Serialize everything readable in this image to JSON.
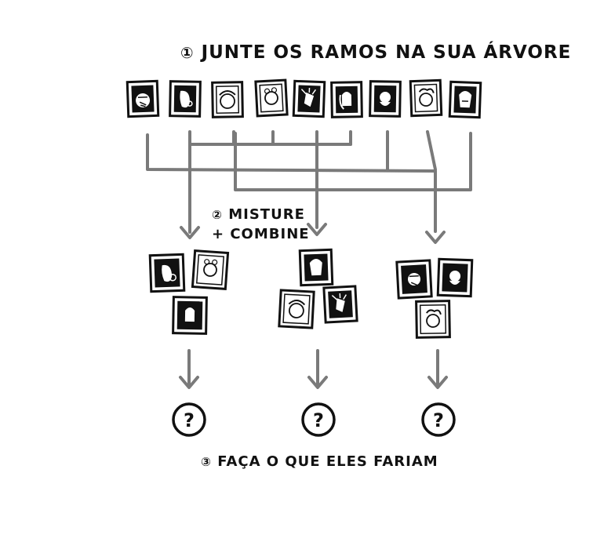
{
  "steps": {
    "step1": {
      "number": "①",
      "text": "JUNTE OS RAMOS NA SUA ÁRVORE"
    },
    "step2": {
      "number": "②",
      "line1": "MISTURE",
      "line2": "+ COMBINE"
    },
    "step3": {
      "number": "③",
      "text": "FAÇA O QUE ELES FARIAM"
    }
  },
  "results": [
    "?",
    "?",
    "?"
  ],
  "colors": {
    "ink": "#111111",
    "line": "#7a7a7a",
    "paper": "#ffffff"
  },
  "portrait_count": 9,
  "group_sizes": [
    3,
    3,
    3
  ]
}
